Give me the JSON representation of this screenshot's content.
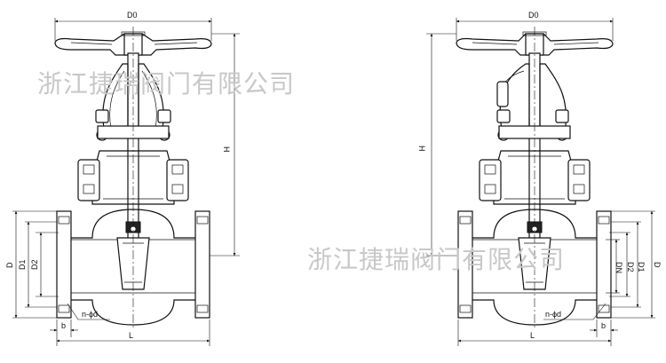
{
  "watermark": {
    "text": "浙江捷瑞阀门有限公司"
  },
  "left_view": {
    "labels": {
      "d0": "D0",
      "h": "H",
      "d": "D",
      "d1": "D1",
      "d2": "D2",
      "holes": "n-ϕd",
      "b": "b",
      "l": "L"
    }
  },
  "right_view": {
    "labels": {
      "d0": "D0",
      "h": "H",
      "d": "D",
      "d1": "D1",
      "d2": "D2",
      "dn": "DN",
      "holes": "n-ϕd",
      "b": "b",
      "l": "L"
    }
  }
}
